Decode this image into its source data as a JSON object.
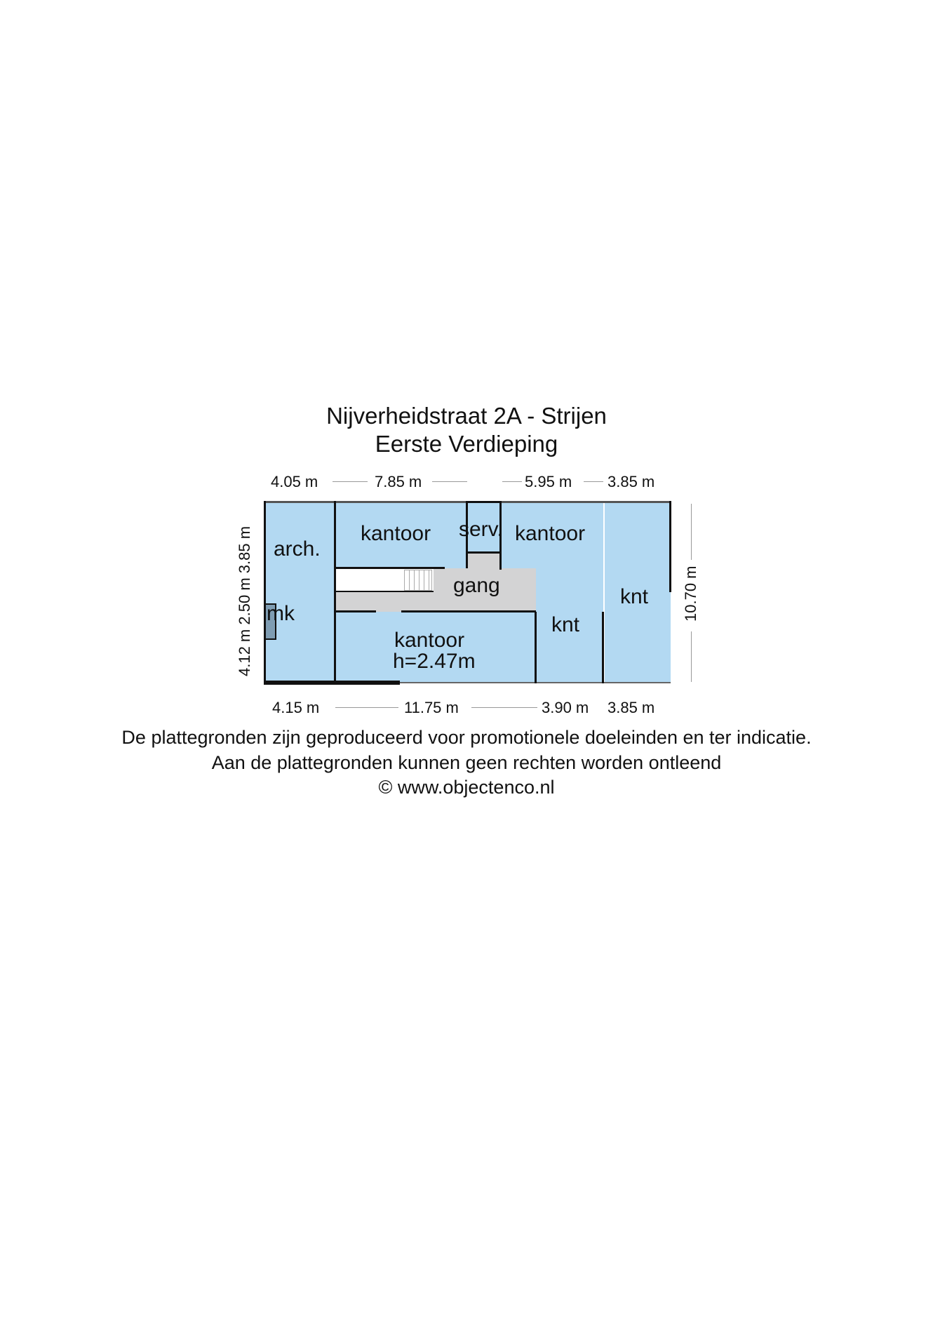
{
  "header": {
    "title": "Nijverheidstraat 2A - Strijen",
    "subtitle": "Eerste Verdieping"
  },
  "dimensions": {
    "top": [
      "4.05 m",
      "7.85 m",
      "5.95 m",
      "3.85 m"
    ],
    "bottom": [
      "4.15 m",
      "11.75 m",
      "3.90 m",
      "3.85 m"
    ],
    "left": [
      "4.12 m",
      "2.50 m",
      "3.85 m"
    ],
    "right": [
      "10.70 m"
    ]
  },
  "rooms": {
    "arch": "arch.",
    "mk": "mk",
    "kantoor_top": "kantoor",
    "serv": "serv.",
    "kantoor_right": "kantoor",
    "gang": "gang",
    "kantoor_bottom": "kantoor",
    "kantoor_bottom_height": "h=2.47m",
    "knt_middle": "knt",
    "knt_right": "knt"
  },
  "colors": {
    "room_fill": "#b3d9f2",
    "corridor_fill": "#d3d3d4",
    "wall": "#111111"
  },
  "footer": {
    "line1": "De plattegronden zijn geproduceerd voor promotionele doeleinden en ter indicatie.",
    "line2": "Aan de plattegronden kunnen geen rechten worden ontleend",
    "line3": "© www.objectenco.nl"
  }
}
